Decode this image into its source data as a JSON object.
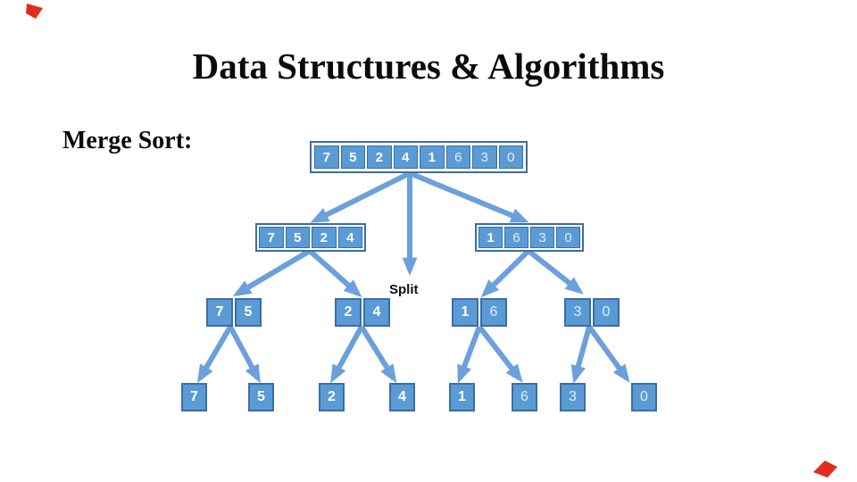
{
  "slide": {
    "title": "Data Structures & Algorithms",
    "section_label": "Merge Sort:"
  },
  "diagram": {
    "split_label": "Split",
    "levels": [
      [
        [
          "7",
          "5",
          "2",
          "4",
          "1",
          "6",
          "3",
          "0"
        ]
      ],
      [
        [
          "7",
          "5",
          "2",
          "4"
        ],
        [
          "1",
          "6",
          "3",
          "0"
        ]
      ],
      [
        [
          "7",
          "5"
        ],
        [
          "2",
          "4"
        ],
        [
          "1",
          "6"
        ],
        [
          "3",
          "0"
        ]
      ],
      [
        [
          "7"
        ],
        [
          "5"
        ],
        [
          "2"
        ],
        [
          "4"
        ],
        [
          "1"
        ],
        [
          "6"
        ],
        [
          "3"
        ],
        [
          "0"
        ]
      ]
    ],
    "bold_values": [
      "7",
      "5",
      "2",
      "4",
      "1"
    ],
    "colors": {
      "cell_fill": "#5b9bd5",
      "cell_border": "#3a6ea5",
      "arrow": "#6ca0dc",
      "corner_accent": "#dd2e1f",
      "title_text": "#0b0b0b",
      "cell_text": "#ffffff"
    }
  }
}
